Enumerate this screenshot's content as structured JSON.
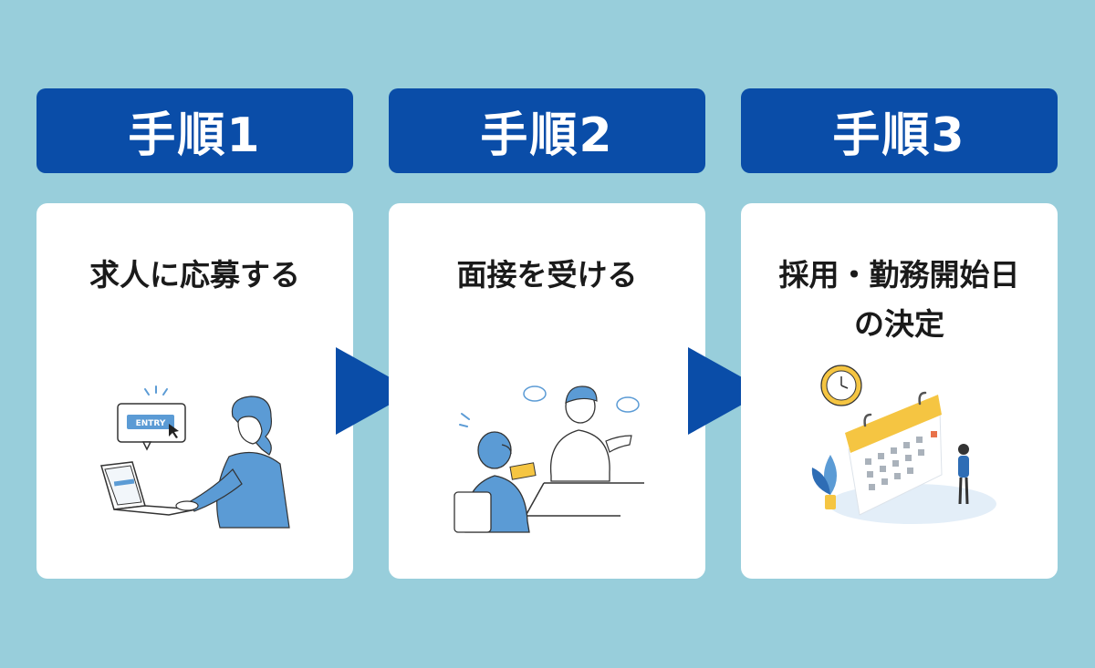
{
  "steps": [
    {
      "label": "手順1",
      "title_lines": [
        "求人に応募する"
      ],
      "illustration": "applicant-laptop-entry"
    },
    {
      "label": "手順2",
      "title_lines": [
        "面接を受ける"
      ],
      "illustration": "interview-meeting"
    },
    {
      "label": "手順3",
      "title_lines": [
        "採用・勤務開始日",
        "の決定"
      ],
      "illustration": "calendar-clock"
    }
  ],
  "illustration_text": {
    "entry_button": "ENTRY"
  },
  "colors": {
    "background": "#98CEDB",
    "header": "#0A4DA8",
    "card": "#FFFFFF",
    "arrow": "#0A4DA8",
    "accent_blue": "#5B9BD5",
    "accent_yellow": "#F5C542",
    "text": "#1A1A1A"
  }
}
